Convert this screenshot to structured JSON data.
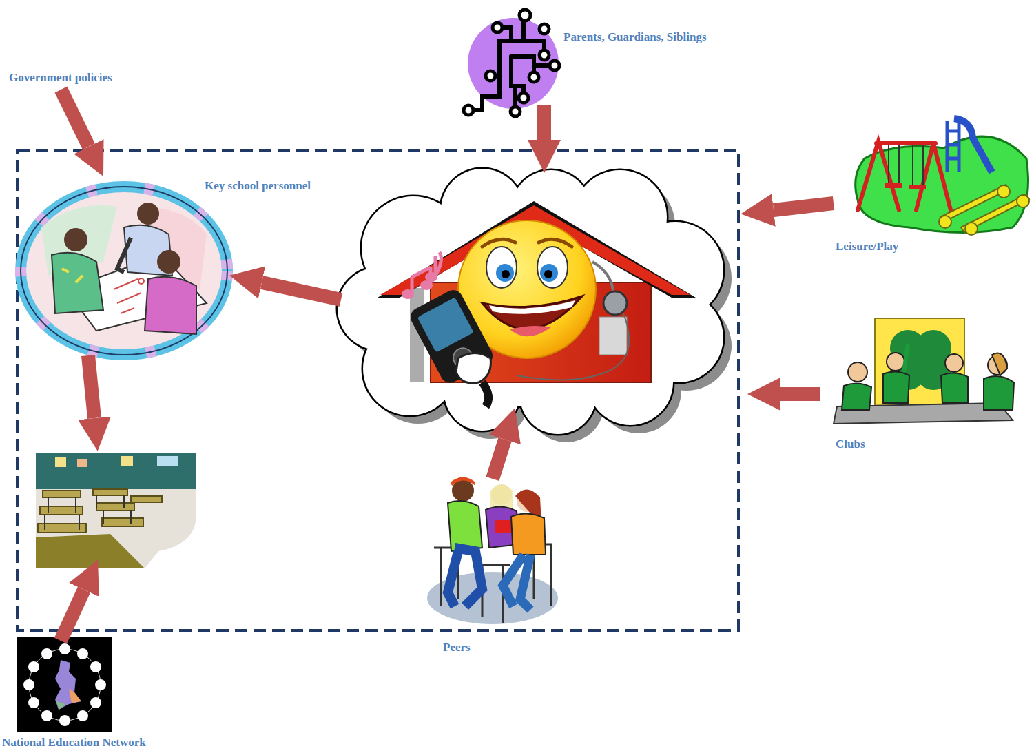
{
  "diagram": {
    "nodes": [
      {
        "text": [
          "Government policies"
        ]
      },
      {
        "text": [
          "Parents, Guardians, Siblings"
        ]
      },
      {
        "text": [
          "Key school personnel"
        ]
      },
      {
        "text": [
          "Leisure/Play"
        ]
      },
      {
        "text": [
          "Clubs"
        ]
      },
      {
        "text": [
          "Peers"
        ]
      },
      {
        "text": [
          "National Education Network"
        ]
      }
    ],
    "edges": [
      {
        "from": 0,
        "to": 2,
        "arrow": "to"
      }
    ]
  }
}
